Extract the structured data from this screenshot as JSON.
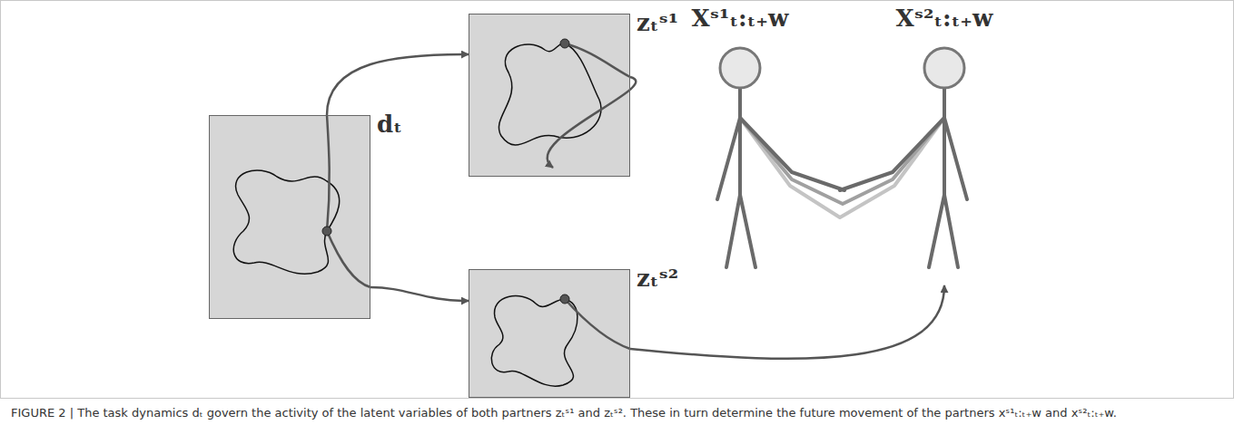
{
  "diagram": {
    "caption": "FIGURE 2 | The task dynamics dₜ govern the activity of the latent variables of both partners zₜˢ¹ and zₜˢ². These in turn determine the future movement of the partners xˢ¹ₜ:ₜ₊w and xˢ²ₜ:ₜ₊w.",
    "nodes": [
      {
        "text": [
          "dₜ"
        ]
      },
      {
        "text": [
          "zₜˢ¹"
        ]
      },
      {
        "text": [
          "zₜˢ²"
        ]
      },
      {
        "text": [
          "Xˢ¹ₜ:ₜ₊w"
        ]
      },
      {
        "text": [
          "Xˢ²ₜ:ₜ₊w"
        ]
      }
    ],
    "edges": [
      {
        "from": 0,
        "to": 1,
        "arrow": "to"
      },
      {
        "from": 0,
        "to": 2,
        "arrow": "to"
      },
      {
        "from": 1,
        "to": 3,
        "arrow": "to"
      },
      {
        "from": 2,
        "to": 4,
        "arrow": "to"
      }
    ]
  }
}
